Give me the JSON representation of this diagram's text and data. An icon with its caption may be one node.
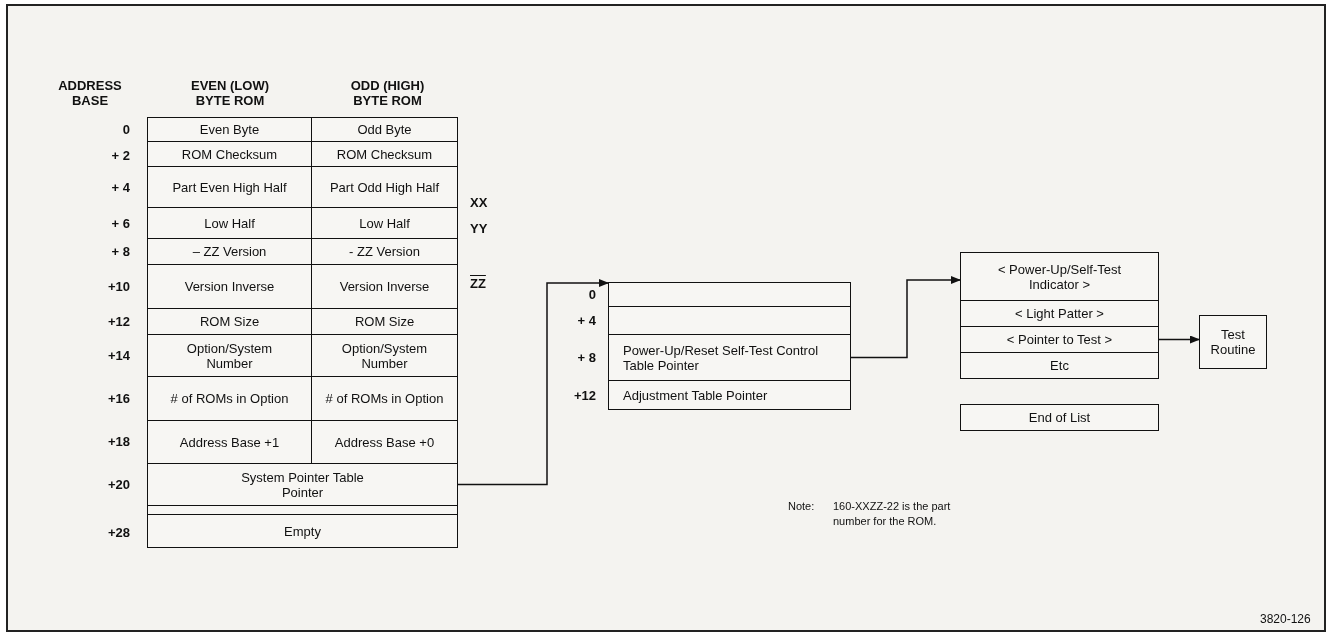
{
  "diagram": {
    "nodes": [
      {
        "text": [
          "Even Byte"
        ]
      },
      {
        "text": [
          "Odd Byte"
        ]
      },
      {
        "text": [
          "ROM Checksum"
        ]
      },
      {
        "text": [
          "ROM Checksum"
        ]
      },
      {
        "text": [
          "Part Even High Half"
        ]
      },
      {
        "text": [
          "Part Odd High Half"
        ]
      },
      {
        "text": [
          "Low Half"
        ]
      },
      {
        "text": [
          "Low Half"
        ]
      },
      {
        "text": [
          "– ZZ Version"
        ]
      },
      {
        "text": [
          "- ZZ Version"
        ]
      },
      {
        "text": [
          "Version Inverse"
        ]
      },
      {
        "text": [
          "Version Inverse"
        ]
      },
      {
        "text": [
          "ROM Size"
        ]
      },
      {
        "text": [
          "ROM Size"
        ]
      },
      {
        "text": [
          "Option/System Number"
        ]
      },
      {
        "text": [
          "Option/System Number"
        ]
      },
      {
        "text": [
          "# of ROMs in Option"
        ]
      },
      {
        "text": [
          "# of ROMs in Option"
        ]
      },
      {
        "text": [
          "Address Base +1"
        ]
      },
      {
        "text": [
          "Address Base +0"
        ]
      },
      {
        "text": [
          "System Pointer Table Pointer"
        ]
      },
      {
        "text": [],
        "shape": "box"
      },
      {
        "text": [
          "Empty"
        ]
      },
      {
        "text": [],
        "shape": "box"
      },
      {
        "text": [],
        "shape": "box"
      },
      {
        "text": [
          "Power-Up/Reset Self-Test Control Table Pointer"
        ]
      },
      {
        "text": [
          "Adjustment Table Pointer"
        ]
      },
      {
        "text": [
          "< Power-Up/Self-Test Indicator >"
        ]
      },
      {
        "text": [
          "< Light Patter >"
        ]
      },
      {
        "text": [
          "< Pointer to Test >"
        ]
      },
      {
        "text": [
          "Etc"
        ]
      },
      {
        "text": [
          "End of List"
        ]
      },
      {
        "text": [
          "Test Routine"
        ]
      }
    ],
    "edges": [
      {
        "from": 20,
        "to": 23,
        "arrow": "to"
      },
      {
        "from": 25,
        "to": 27,
        "arrow": "to"
      },
      {
        "from": 29,
        "to": 32,
        "arrow": "to"
      }
    ],
    "labels": [
      "ADDRESS BASE",
      "EVEN (LOW) BYTE ROM",
      "ODD (HIGH) BYTE ROM",
      "0",
      "+ 2",
      "+ 4",
      "XX",
      "+ 6",
      "YY",
      "+ 8",
      "+10",
      "ZZ",
      "+12",
      "+14",
      "+16",
      "+18",
      "+20",
      "+28",
      "0",
      "+ 4",
      "+ 8",
      "+12",
      "Note:",
      "160-XXZZ-22 is the part number for the ROM.",
      "3820-126"
    ]
  }
}
